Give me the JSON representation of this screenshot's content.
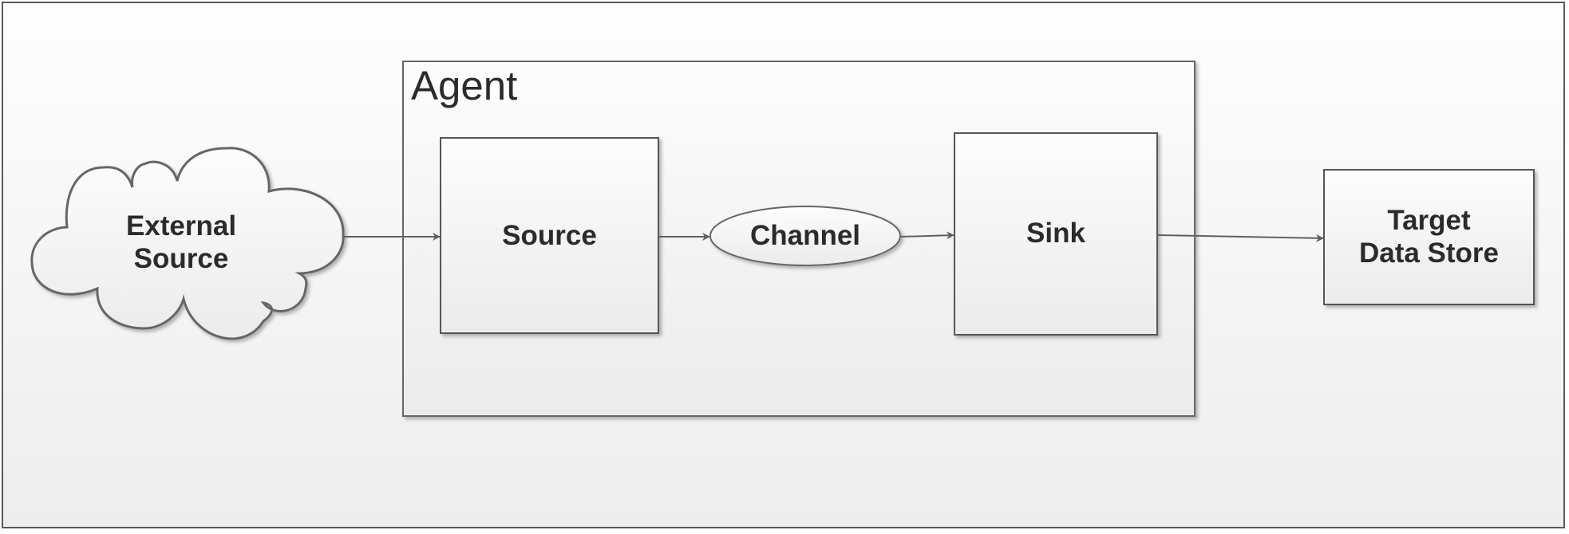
{
  "diagram": {
    "agent": {
      "title": "Agent"
    },
    "external_source": {
      "line1": "External",
      "line2": "Source"
    },
    "source": {
      "label": "Source"
    },
    "channel": {
      "label": "Channel"
    },
    "sink": {
      "label": "Sink"
    },
    "target": {
      "line1": "Target",
      "line2": "Data Store"
    }
  }
}
